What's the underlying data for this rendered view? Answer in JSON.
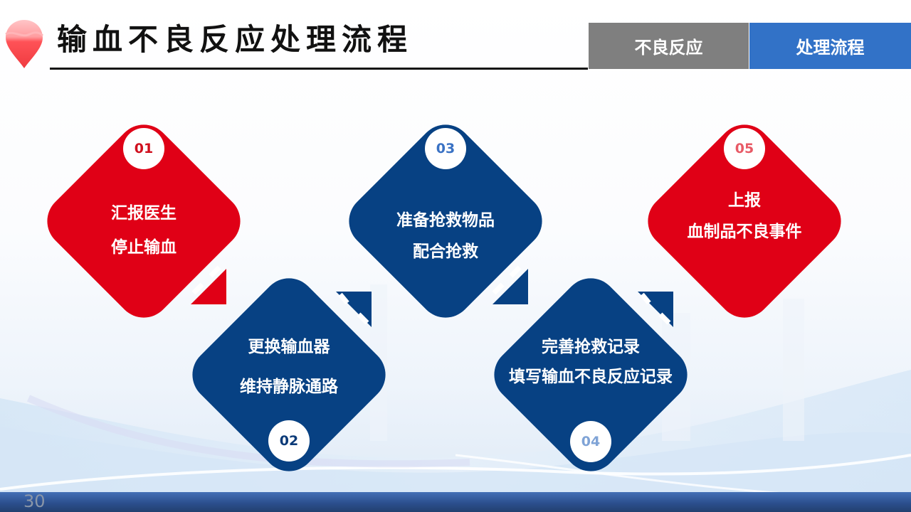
{
  "header": {
    "title": "输血不良反应处理流程",
    "tabs": [
      {
        "label": "不良反应",
        "active": false,
        "color": "#7f7f7f"
      },
      {
        "label": "处理流程",
        "active": true,
        "color": "#3272c7"
      }
    ]
  },
  "colors": {
    "red": "#e00016",
    "blue": "#074183",
    "number_red": "#d0101e",
    "number_blue_dark": "#0b3a78",
    "number_blue_mid": "#3a72c4",
    "number_blue_light": "#7fa3d6",
    "number_pink": "#e85a66"
  },
  "steps": [
    {
      "number": "01",
      "line1": "汇报医生",
      "line2": "停止输血",
      "color": "red"
    },
    {
      "number": "02",
      "line1": "更换输血器",
      "line2": "维持静脉通路",
      "color": "blue"
    },
    {
      "number": "03",
      "line1": "准备抢救物品",
      "line2": "配合抢救",
      "color": "blue"
    },
    {
      "number": "04",
      "line1": "完善抢救记录",
      "line2": "填写输血不良反应记录",
      "color": "blue"
    },
    {
      "number": "05",
      "line1": "上报",
      "line2": "血制品不良事件",
      "color": "red"
    }
  ],
  "footer": {
    "page_number": "30"
  }
}
